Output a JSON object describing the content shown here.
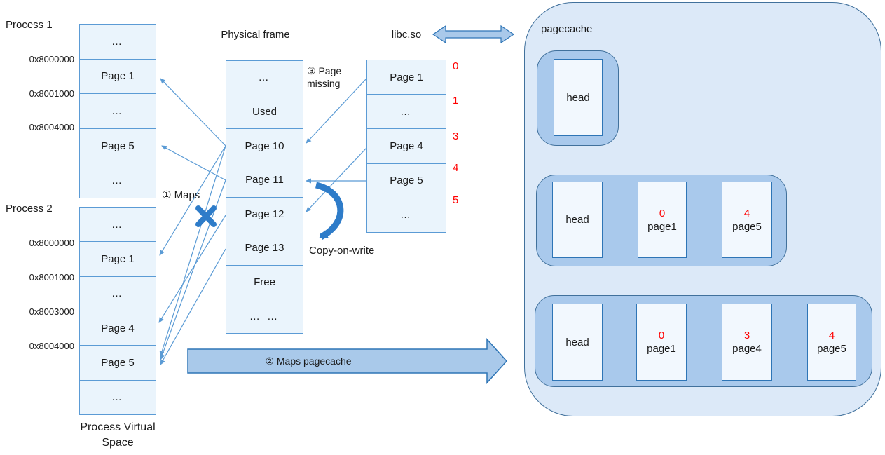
{
  "process1": {
    "title": "Process 1",
    "addresses": [
      "0x8000000",
      "0x8001000",
      "0x8004000"
    ],
    "cells": [
      "…",
      "Page 1",
      "…",
      "Page 5",
      "…"
    ]
  },
  "process2": {
    "title": "Process 2",
    "addresses": [
      "0x8000000",
      "0x8001000",
      "0x8003000",
      "0x8004000"
    ],
    "cells": [
      "…",
      "Page 1",
      "…",
      "Page 4",
      "Page 5",
      "…"
    ]
  },
  "process_space_caption": {
    "line1": "Process Virtual",
    "line2": "Space"
  },
  "physical": {
    "title": "Physical frame",
    "cells": [
      "…",
      "Used",
      "Page 10",
      "Page 11",
      "Page 12",
      "Page 13",
      "Free",
      "… …"
    ]
  },
  "libc": {
    "title": "libc.so",
    "cells": [
      "Page 1",
      "…",
      "Page 4",
      "Page 5",
      "…"
    ],
    "offsets": [
      "0",
      "1",
      "3",
      "4",
      "5"
    ]
  },
  "annotations": {
    "maps": "① Maps",
    "maps_pagecache": "② Maps pagecache",
    "page_missing_line1": "③ Page",
    "page_missing_line2": "missing",
    "copy_on_write": "Copy-on-write"
  },
  "pagecache": {
    "title": "pagecache",
    "row1": {
      "nodes": [
        {
          "label": "head"
        }
      ]
    },
    "row2": {
      "nodes": [
        {
          "label": "head"
        },
        {
          "num": "0",
          "label": "page1"
        },
        {
          "num": "4",
          "label": "page5"
        }
      ]
    },
    "row3": {
      "nodes": [
        {
          "label": "head"
        },
        {
          "num": "0",
          "label": "page1"
        },
        {
          "num": "3",
          "label": "page4"
        },
        {
          "num": "4",
          "label": "page5"
        }
      ]
    }
  },
  "colors": {
    "cell_fill": "#eaf4fc",
    "cell_border": "#5b9bd5",
    "connector": "#5b9bd5",
    "accent_arrow": "#2e7cc9",
    "big_arrow_fill": "#a9c9ea",
    "big_arrow_border": "#2e75b6",
    "pagecache_fill": "#dce9f8",
    "node_fill": "#a9c9ec",
    "node_border": "#41719c",
    "white_box_fill": "#f2f8fe",
    "white_box_border": "#2e75b6",
    "offset_red": "#ff0000"
  }
}
